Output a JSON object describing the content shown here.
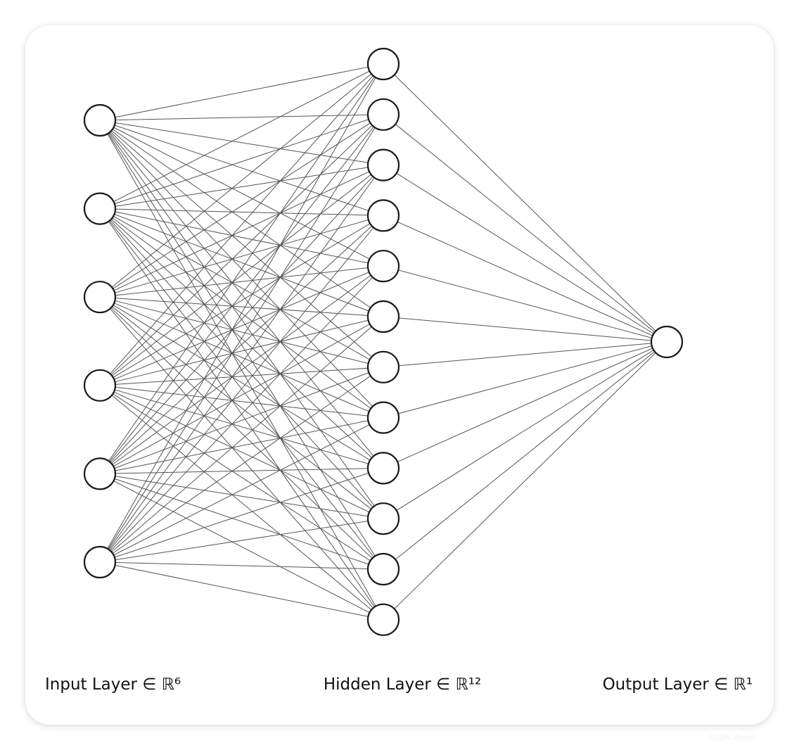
{
  "diagram": {
    "title": "",
    "layers": [
      {
        "name": "input",
        "label": "Input Layer ∈ ℝ⁶",
        "size": 6
      },
      {
        "name": "hidden",
        "label": "Hidden Layer ∈ ℝ¹²",
        "size": 12
      },
      {
        "name": "output",
        "label": "Output Layer ∈ ℝ¹",
        "size": 1
      }
    ],
    "connectivity": "fully-connected",
    "colors": {
      "edge": "#555555",
      "node_stroke": "#1a1a1a",
      "node_fill": "#ffffff",
      "text": "#111111"
    }
  },
  "watermark": "CSDN @whi"
}
